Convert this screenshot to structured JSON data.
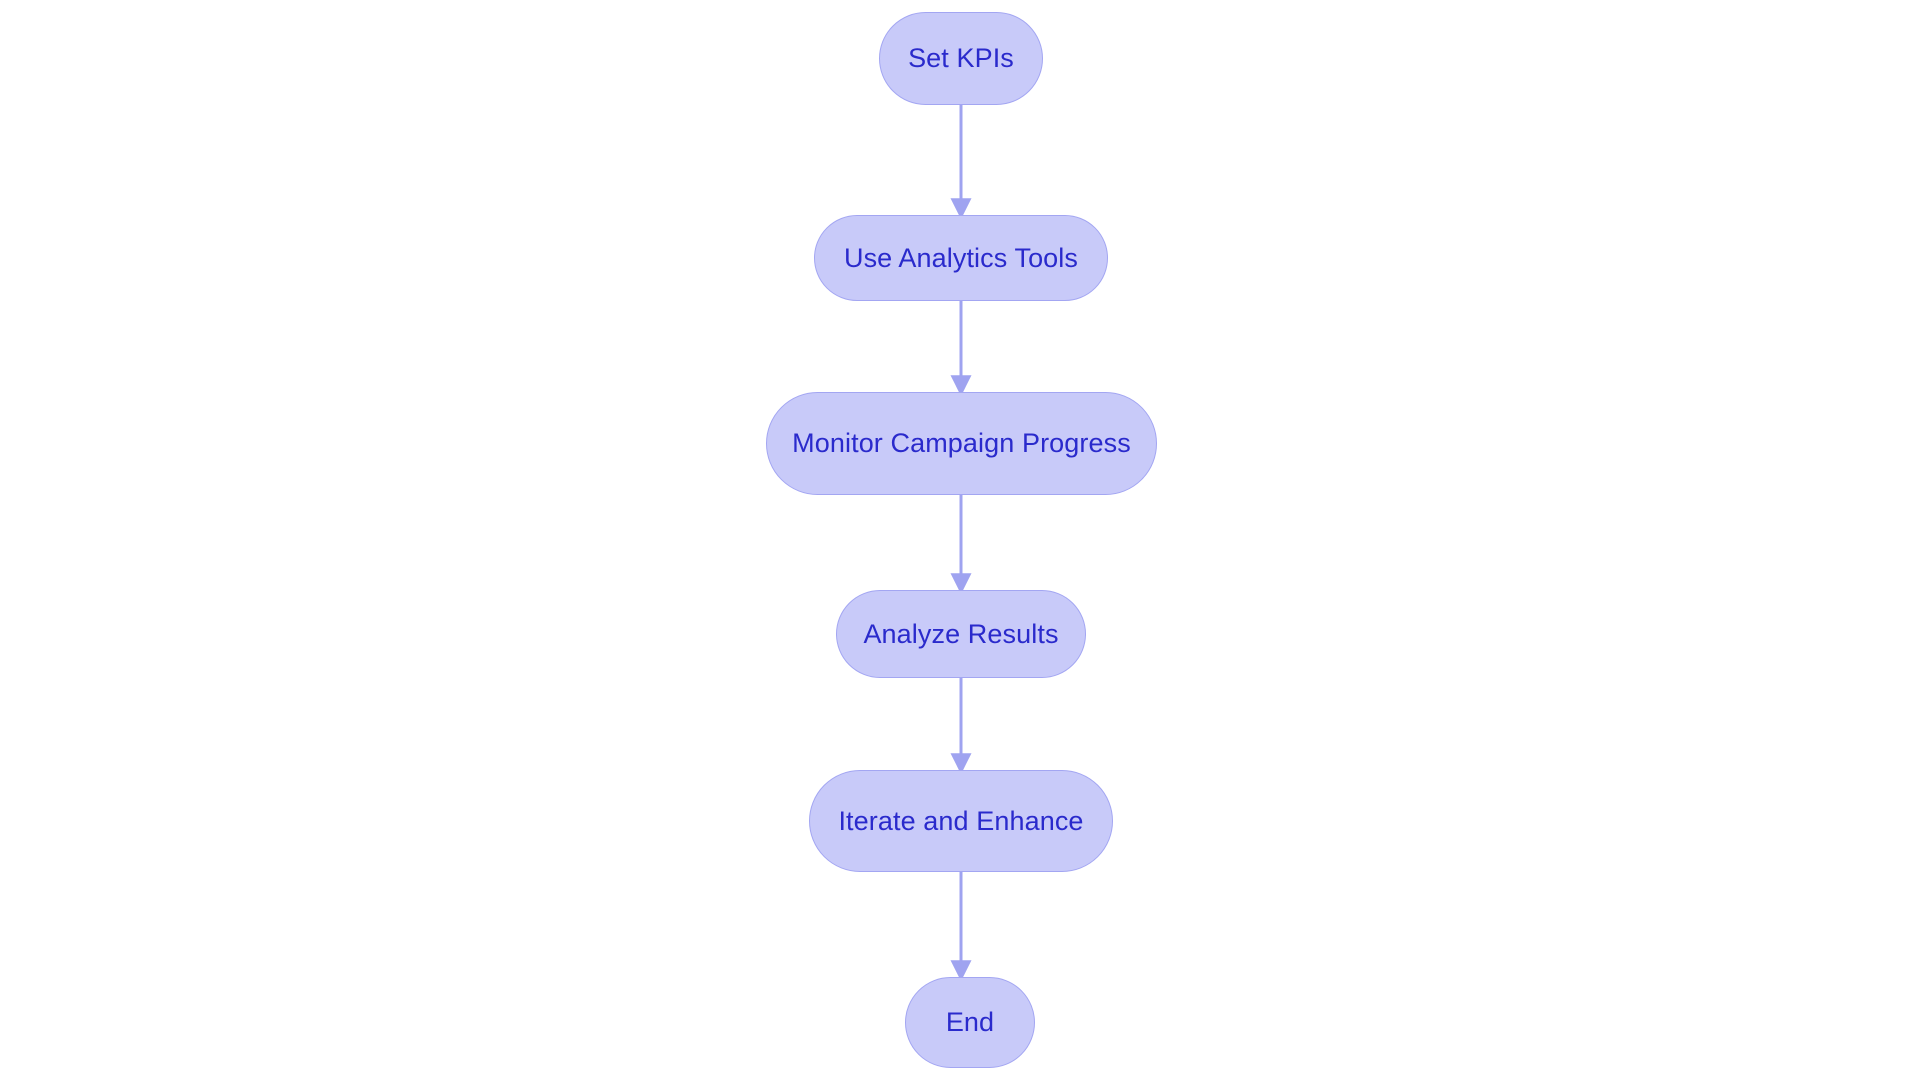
{
  "diagram": {
    "type": "flowchart",
    "orientation": "top-to-bottom",
    "background_color": "#ffffff",
    "node_fill_color": "#c8caf9",
    "node_border_color": "#a3a6f2",
    "node_text_color": "#2a2acc",
    "edge_color": "#9fa3f0",
    "nodes": [
      {
        "id": "start",
        "label": "Set KPIs"
      },
      {
        "id": "analytics",
        "label": "Use Analytics Tools"
      },
      {
        "id": "monitor",
        "label": "Monitor Campaign Progress"
      },
      {
        "id": "analyze",
        "label": "Analyze Results"
      },
      {
        "id": "iterate",
        "label": "Iterate and Enhance"
      },
      {
        "id": "end",
        "label": "End"
      }
    ],
    "edges": [
      {
        "from": "start",
        "to": "analytics",
        "label": ""
      },
      {
        "from": "analytics",
        "to": "monitor",
        "label": ""
      },
      {
        "from": "monitor",
        "to": "analyze",
        "label": ""
      },
      {
        "from": "analyze",
        "to": "iterate",
        "label": ""
      },
      {
        "from": "iterate",
        "to": "end",
        "label": ""
      }
    ]
  }
}
